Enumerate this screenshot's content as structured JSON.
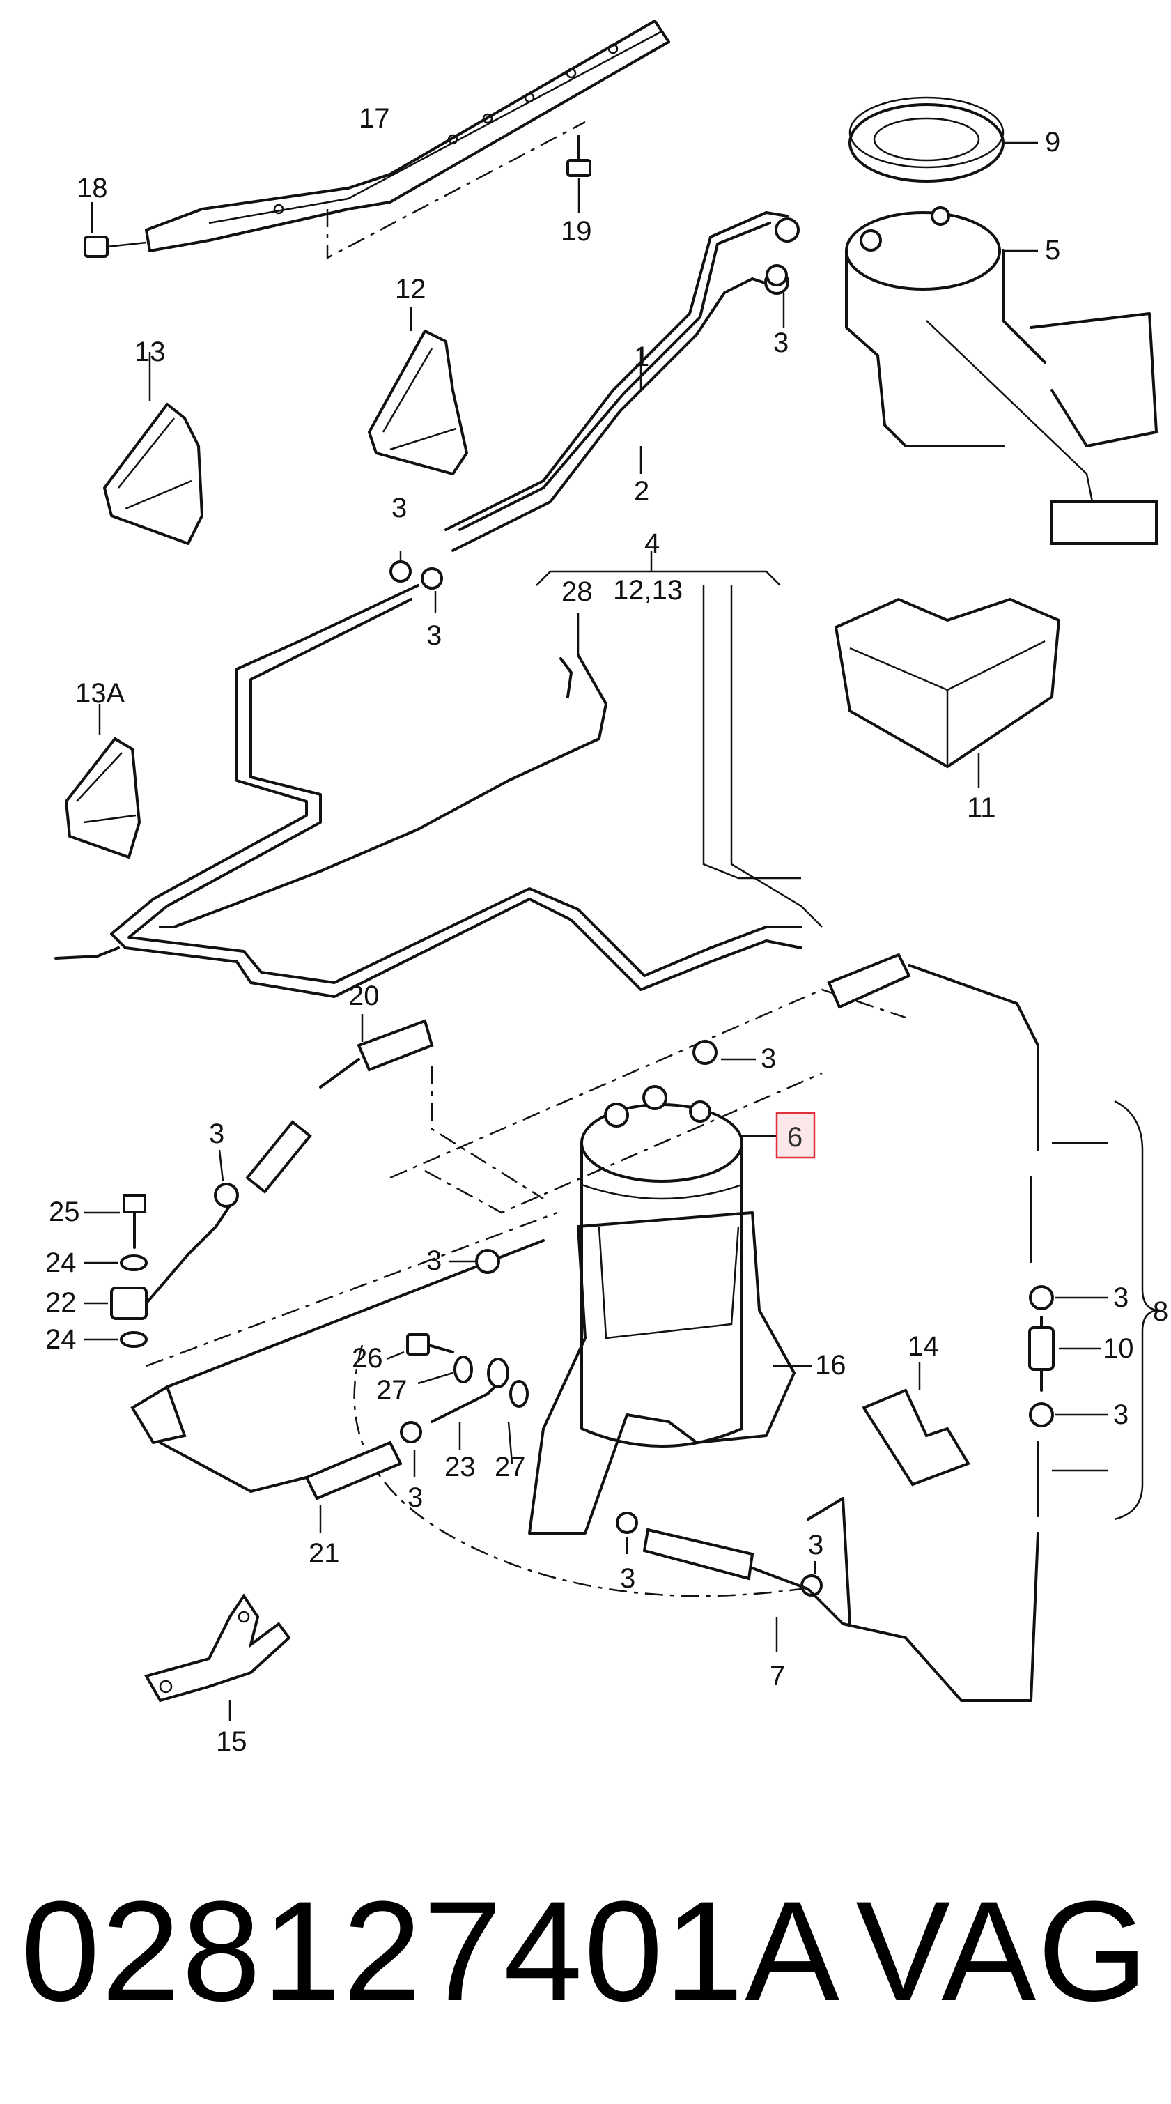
{
  "caption": {
    "part_number": "028127401A",
    "brand": "VAG"
  },
  "labels": {
    "l1": "1",
    "l2": "2",
    "l3": "3",
    "l4": "4",
    "l4sub": "12,13",
    "l5": "5",
    "l6": "6",
    "l7": "7",
    "l8": "8",
    "l9": "9",
    "l10": "10",
    "l11": "11",
    "l12": "12",
    "l13": "13",
    "l13a": "13A",
    "l14": "14",
    "l15": "15",
    "l16": "16",
    "l17": "17",
    "l18": "18",
    "l19": "19",
    "l20": "20",
    "l21": "21",
    "l22": "22",
    "l23": "23",
    "l24": "24",
    "l25": "25",
    "l26": "26",
    "l27": "27",
    "l28": "28"
  },
  "highlight": {
    "part": "6",
    "color": "#e0303a"
  }
}
